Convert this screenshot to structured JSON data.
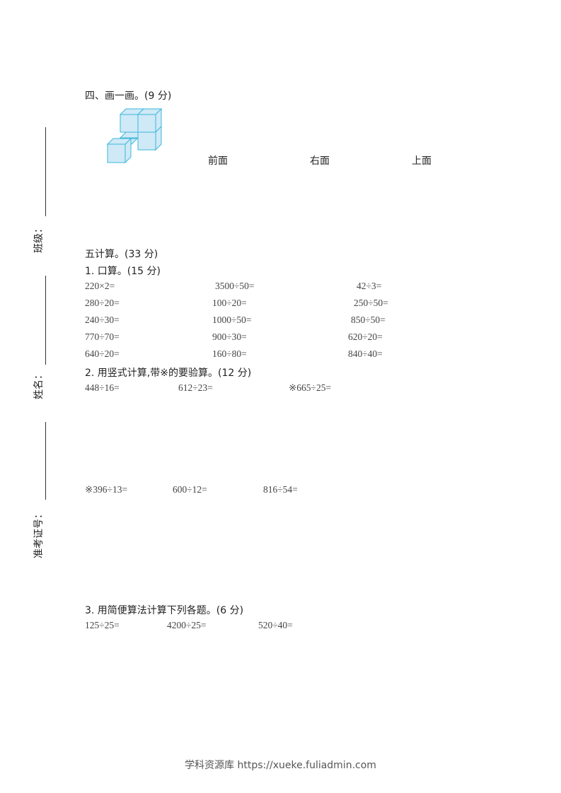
{
  "sidebar": {
    "class_label": "班级：",
    "name_label": "姓名：",
    "id_label": "准考证号："
  },
  "section4": {
    "title": "四、画一画。(9 分)",
    "views": [
      "前面",
      "右面",
      "上面"
    ]
  },
  "section5": {
    "title": "五计算。(33 分)",
    "q1": {
      "title": "1. 口算。(15 分)",
      "rows": [
        [
          "220×2=",
          "3500÷50=",
          "42÷3="
        ],
        [
          "280÷20=",
          "100÷20=",
          "250÷50="
        ],
        [
          "240÷30=",
          "1000÷50=",
          "850÷50="
        ],
        [
          "770÷70=",
          "900÷30=",
          "620÷20="
        ],
        [
          "640÷20=",
          "160÷80=",
          "840÷40="
        ]
      ]
    },
    "q2": {
      "title": "2. 用竖式计算,带※的要验算。(12 分)",
      "row1": [
        "448÷16=",
        "612÷23=",
        "※665÷25="
      ],
      "row2": [
        "※396÷13=",
        "600÷12=",
        "816÷54="
      ]
    },
    "q3": {
      "title": "3. 用简便算法计算下列各题。(6 分)",
      "items": [
        "125÷25=",
        "4200÷25=",
        "520÷40="
      ]
    }
  },
  "footer": "学科资源库 https://xueke.fuliadmin.com"
}
